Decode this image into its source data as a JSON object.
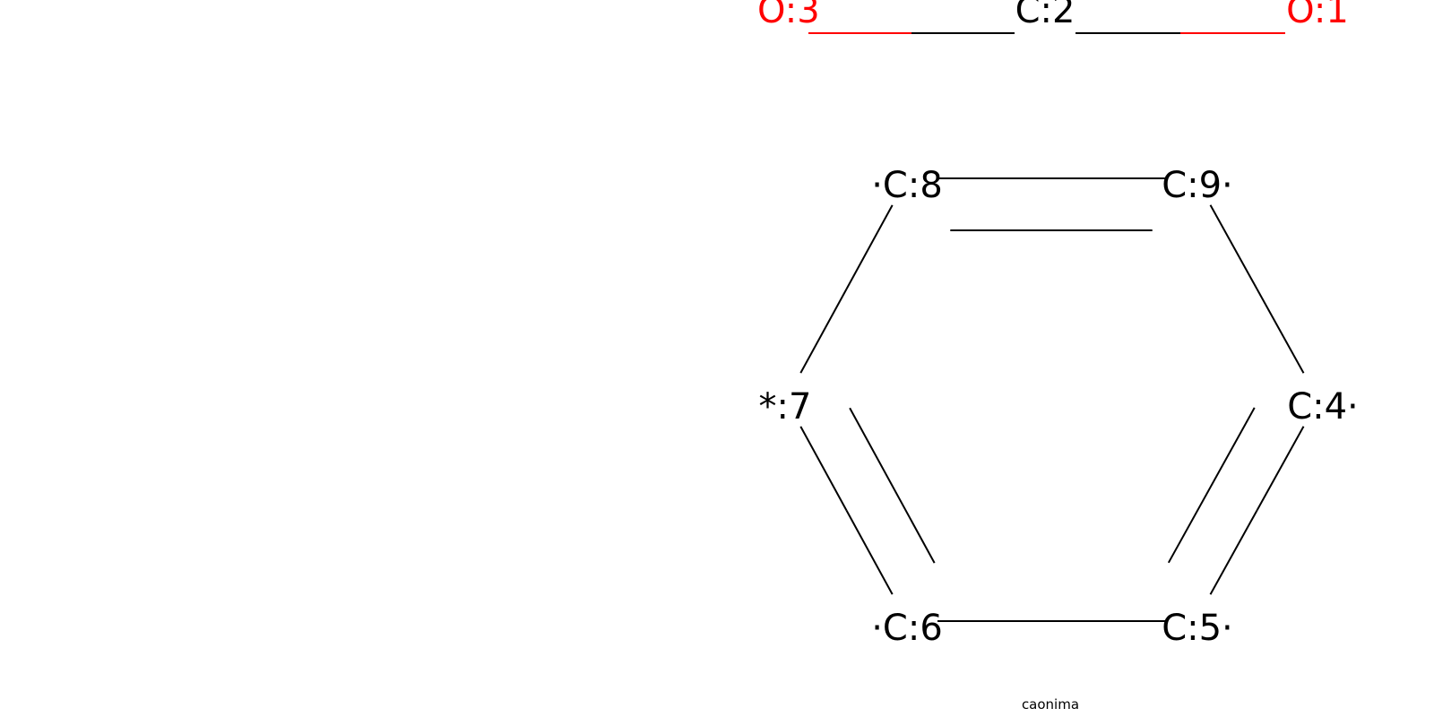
{
  "colors": {
    "carbon": "#000000",
    "oxygen": "#ff0000",
    "background": "#ffffff"
  },
  "atoms": {
    "o3": {
      "label": "O:3",
      "element": "O"
    },
    "c2": {
      "label": "C:2",
      "element": "C"
    },
    "o1": {
      "label": "O:1",
      "element": "O"
    },
    "c8": {
      "label": "·C:8",
      "element": "C"
    },
    "c9": {
      "label": "C:9·",
      "element": "C"
    },
    "a7": {
      "label": "*:7",
      "element": "*"
    },
    "c4": {
      "label": "C:4·",
      "element": "C"
    },
    "c6": {
      "label": "·C:6",
      "element": "C"
    },
    "c5": {
      "label": "C:5·",
      "element": "C"
    }
  },
  "bonds": [
    {
      "from": "o3",
      "to": "c2",
      "order": 1
    },
    {
      "from": "c2",
      "to": "o1",
      "order": 1
    },
    {
      "from": "c8",
      "to": "c9",
      "order": 2
    },
    {
      "from": "c9",
      "to": "c4",
      "order": 1
    },
    {
      "from": "c4",
      "to": "c5",
      "order": 2
    },
    {
      "from": "c5",
      "to": "c6",
      "order": 1
    },
    {
      "from": "c6",
      "to": "a7",
      "order": 2
    },
    {
      "from": "a7",
      "to": "c8",
      "order": 1
    }
  ],
  "caption": "caonima"
}
